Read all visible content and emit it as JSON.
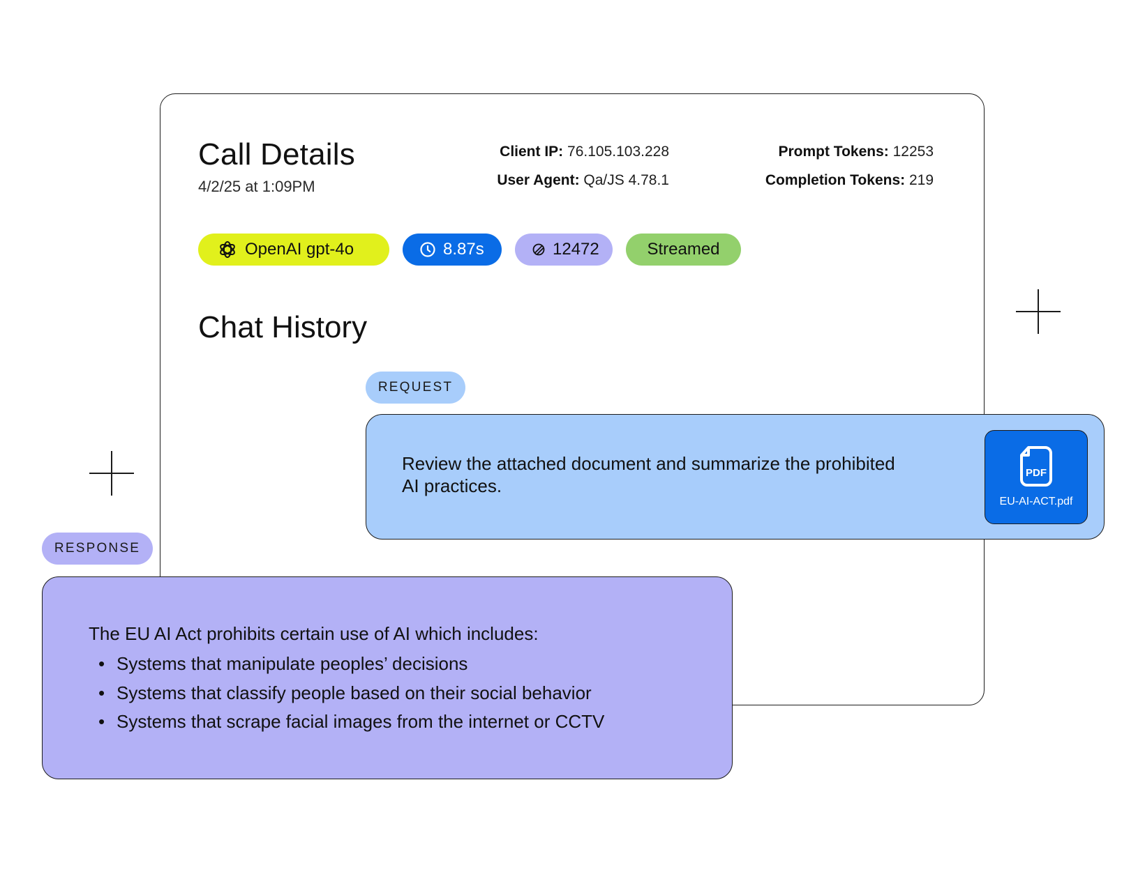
{
  "call_details": {
    "title": "Call Details",
    "date": "4/2/25 at 1:09PM",
    "client_ip_label": "Client IP:",
    "client_ip": " 76.105.103.228",
    "user_agent_label": "User Agent:",
    "user_agent": " Qa/JS 4.78.1",
    "prompt_tokens_label": "Prompt Tokens:",
    "prompt_tokens": " 12253",
    "completion_tokens_label": "Completion Tokens:",
    "completion_tokens": " 219"
  },
  "badges": {
    "model": "OpenAI gpt-4o",
    "latency": "8.87s",
    "total_tokens": "12472",
    "mode": "Streamed"
  },
  "chat_history": {
    "title": "Chat History",
    "request_label": "REQUEST",
    "request_text": "Review the attached document and summarize the prohibited AI practices.",
    "attachment": {
      "file_name": "EU-AI-ACT.pdf",
      "icon_text": "PDF"
    },
    "response_label": "RESPONSE",
    "response_intro": "The EU AI Act prohibits certain use of AI which includes:",
    "response_items": [
      "Systems that manipulate peoples’ decisions",
      "Systems that classify people based on their social behavior",
      "Systems that scrape facial images from the internet or CCTV"
    ],
    "bullet": "•"
  },
  "colors": {
    "model_badge": "#e1f01c",
    "latency_badge": "#0a6ce6",
    "tokens_badge": "#b3b1f6",
    "mode_badge": "#93d06c",
    "request_bg": "#a8cdfb",
    "response_bg": "#b3b1f6",
    "file_tile": "#0a6ce6"
  }
}
